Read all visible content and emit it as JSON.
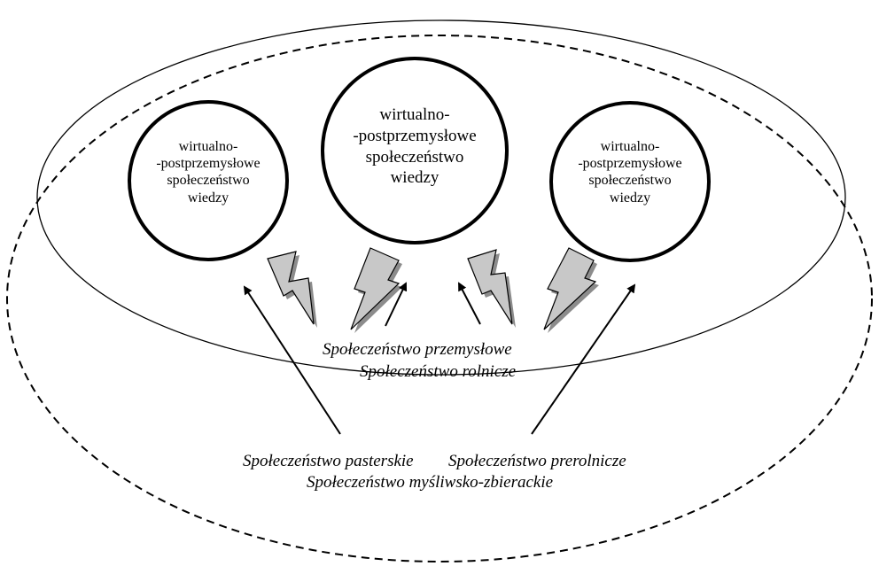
{
  "circles": {
    "left": [
      "wirtualno-",
      "-postprzemysłowe",
      "społeczeństwo",
      "wiedzy"
    ],
    "center": [
      "wirtualno-",
      "-postprzemysłowe",
      "społeczeństwo",
      "wiedzy"
    ],
    "right": [
      "wirtualno-",
      "-postprzemysłowe",
      "społeczeństwo",
      "wiedzy"
    ]
  },
  "labels": {
    "industrial": "Społeczeństwo przemysłowe",
    "agricultural": "Społeczeństwo rolnicze",
    "pastoral": "Społeczeństwo pasterskie",
    "preagricultural": "Społeczeństwo prerolnicze",
    "hunter_gatherer": "Społeczeństwo myśliwsko-zbierackie"
  },
  "colors": {
    "bolt_fill": "#c8c8c8",
    "bolt_shadow": "#8c8c8c",
    "stroke": "#000000"
  },
  "icons": [
    "lightning-bolt-icon",
    "arrow-icon"
  ]
}
